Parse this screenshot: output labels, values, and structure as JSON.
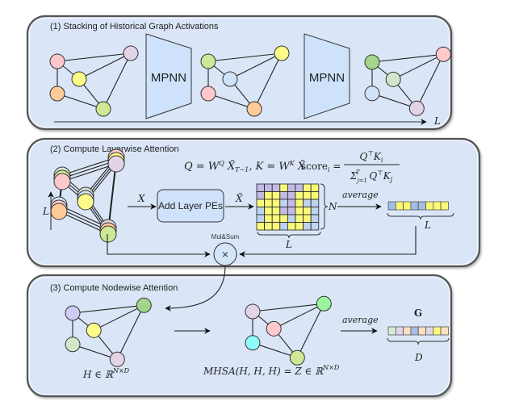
{
  "panels": [
    {
      "id": "stacking",
      "title": "(1) Stacking of Historical Graph Activations"
    },
    {
      "id": "layerwise",
      "title": "(2) Compute Layerwise Attention"
    },
    {
      "id": "nodewise",
      "title": "(3) Compute Nodewise Attention"
    }
  ],
  "colors": {
    "panel_bg": "#dae6f7",
    "panel_border": "#555555",
    "mpnn_fill": "#cfe2fb",
    "pink": "#ffc9cc",
    "purple": "#e2d4e6",
    "yellow": "#fcfc8a",
    "orange": "#ffcc99",
    "lightgreen": "#cfe896",
    "green": "#a3d68a",
    "sage": "#d2e6cc",
    "lightblue": "#cfe3f8",
    "lavender": "#ccccf5",
    "cyan": "#8ffbfb",
    "brightgreen": "#99f59e",
    "grid_purple": "#c2bae3",
    "grid_yellow": "#fafa78",
    "grid_blue": "#bdd3f0",
    "vec_peach": "#fde0c0",
    "vec_green": "#d6ebcf",
    "vec_purple": "#e3d6ea",
    "vec_blue": "#a3bde6"
  },
  "stacking": {
    "mpnn_label": "MPNN",
    "axis_label": "L",
    "graphs": [
      [
        "pink",
        "purple",
        "yellow",
        "orange",
        "lightgreen"
      ],
      [
        "lightgreen",
        "yellow",
        "lightblue",
        "pink",
        "orange"
      ],
      [
        "green",
        "pink",
        "sage",
        "lightblue",
        "purple"
      ]
    ]
  },
  "layerwise": {
    "stack_axis_label": "L",
    "input_label": "X",
    "pe_box_label": "Add Layer PEs",
    "output_label": "X̃",
    "formula_qk": "Q = W^Q X̃_{T−1}, K = W^K X̃",
    "formula_score_lhs": "score_i =",
    "formula_score_num": "Q^⊤ K_i",
    "formula_score_den": "Σ_{j=1}^{T} Q^⊤ K_j",
    "matrix_rows_label": "N",
    "matrix_cols_label": "L",
    "average_label": "average",
    "vector_label": "L",
    "mulsum_label": "Mul&Sum",
    "mulsum_symbol": "×",
    "matrix": [
      [
        "P",
        "P",
        "P",
        "Y",
        "P",
        "P",
        "Y",
        "Y"
      ],
      [
        "P",
        "Y",
        "Y",
        "P",
        "P",
        "Y",
        "Y",
        "Y"
      ],
      [
        "Y",
        "Y",
        "Y",
        "B",
        "P",
        "Y",
        "B",
        "B"
      ],
      [
        "B",
        "Y",
        "Y",
        "P",
        "P",
        "Y",
        "Y",
        "B"
      ],
      [
        "B",
        "Y",
        "Y",
        "Y",
        "B",
        "Y",
        "Y",
        "B"
      ],
      [
        "Y",
        "Y",
        "Y",
        "B",
        "Y",
        "Y",
        "B",
        "B"
      ]
    ],
    "vector": [
      "B",
      "Y",
      "Y",
      "B",
      "B",
      "Y",
      "Y",
      "Y"
    ]
  },
  "nodewise": {
    "input_graph_colors": [
      "lavender",
      "green",
      "yellow",
      "sage",
      "purple"
    ],
    "output_graph_colors": [
      "purple",
      "brightgreen",
      "pink",
      "cyan",
      "lightgreen"
    ],
    "input_caption": "H ∈ ℝ",
    "input_caption_sup": "N×D",
    "output_caption": "MHSA(H, H, H) = Z ∈ ℝ",
    "output_caption_sup": "N×D",
    "average_label": "average",
    "vector_title": "G",
    "vector_label": "D",
    "vector": [
      "vec_green",
      "vec_purple",
      "vec_peach",
      "vec_blue",
      "vec_peach",
      "vec_purple",
      "grid_yellow",
      "vec_peach"
    ]
  }
}
